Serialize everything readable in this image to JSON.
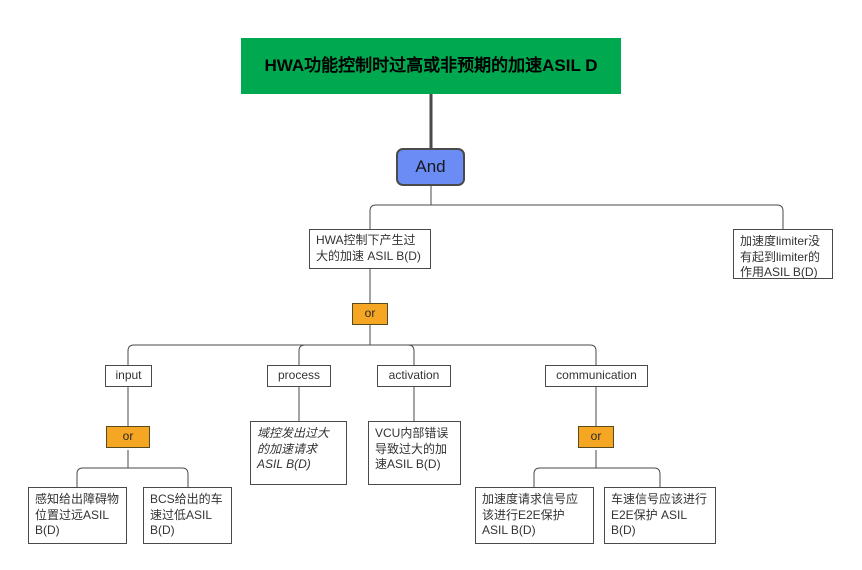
{
  "diagram": {
    "title_node": {
      "label": "HWA功能控制时过高或非预期的加速ASIL D",
      "color": "#00a94f",
      "type": "hazard"
    },
    "and_gate": {
      "label": "And",
      "color": "#6c8cf5",
      "type": "gate"
    },
    "or_gate_top": {
      "label": "or",
      "color": "#f5a623",
      "type": "gate"
    },
    "or_gate_input": {
      "label": "or",
      "color": "#f5a623",
      "type": "gate"
    },
    "or_gate_communication": {
      "label": "or",
      "color": "#f5a623",
      "type": "gate"
    },
    "level1": {
      "hwa_control": "HWA控制下产生过大的加速 ASIL B(D)",
      "limiter": "加速度limiter没有起到limiter的作用ASIL B(D)"
    },
    "categories": {
      "input": "input",
      "process": "process",
      "activation": "activation",
      "communication": "communication"
    },
    "leaves": {
      "perception": "感知给出障碍物位置过远ASIL B(D)",
      "bcs_speed": "BCS给出的车速过低ASIL B(D)",
      "domain_controller": "域控发出过大的加速请求 ASIL B(D)",
      "vcu_internal": "VCU内部错误导致过大的加速ASIL B(D)",
      "accel_request_e2e": "加速度请求信号应该进行E2E保护 ASIL B(D)",
      "vehicle_speed_e2e": "车速信号应该进行E2E保护 ASIL B(D)"
    }
  }
}
